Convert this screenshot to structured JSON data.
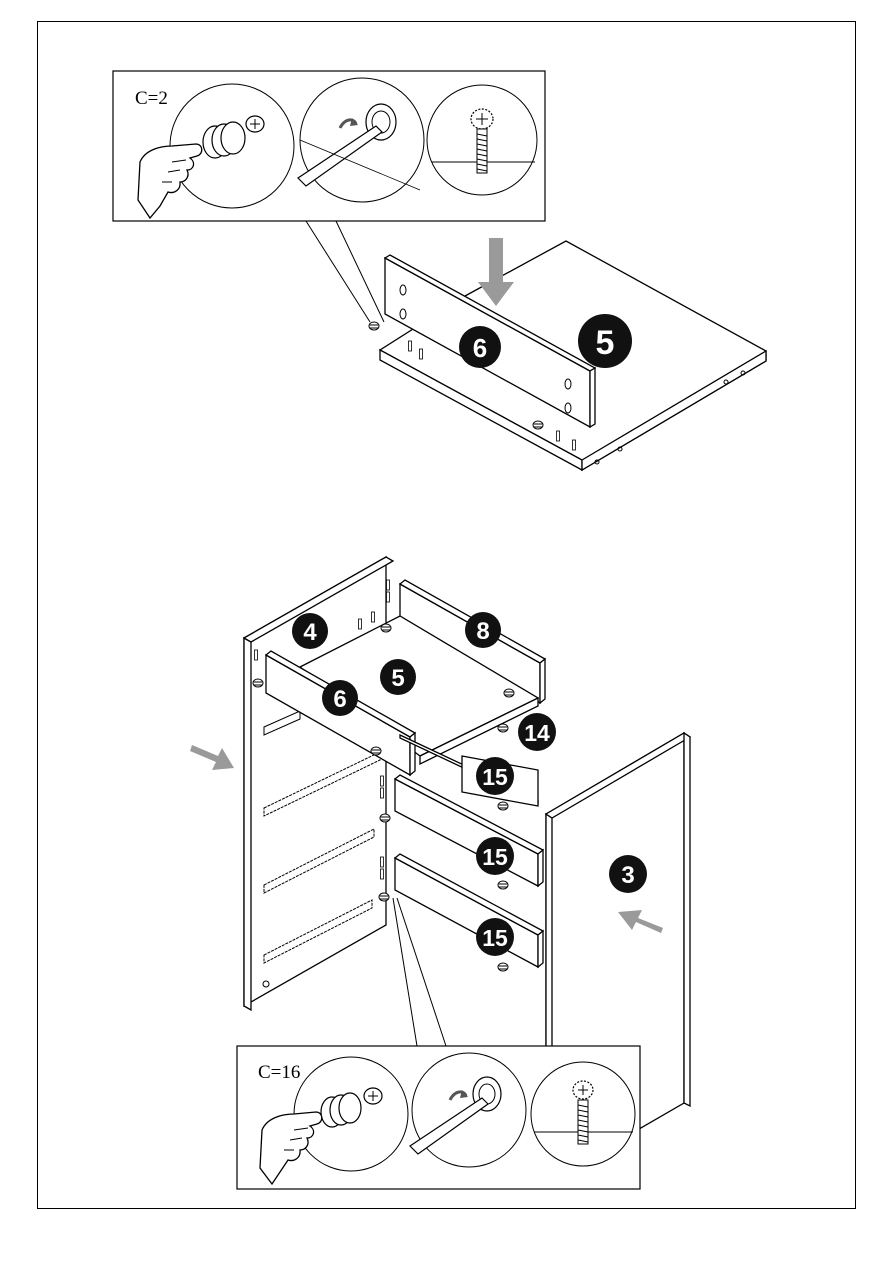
{
  "step_top": {
    "callout_count": "C=2",
    "parts": {
      "panel_a": "6",
      "panel_b": "5"
    }
  },
  "step_bottom": {
    "callout_count": "C=16",
    "parts": {
      "side_left": "4",
      "back_rail": "8",
      "front_rail": "6",
      "bottom": "5",
      "support": "14",
      "rail_1": "15",
      "rail_2": "15",
      "rail_3": "15",
      "side_right": "3"
    }
  },
  "colors": {
    "line": "#000000",
    "arrow": "#9a9a9a",
    "badge": "#111111"
  }
}
